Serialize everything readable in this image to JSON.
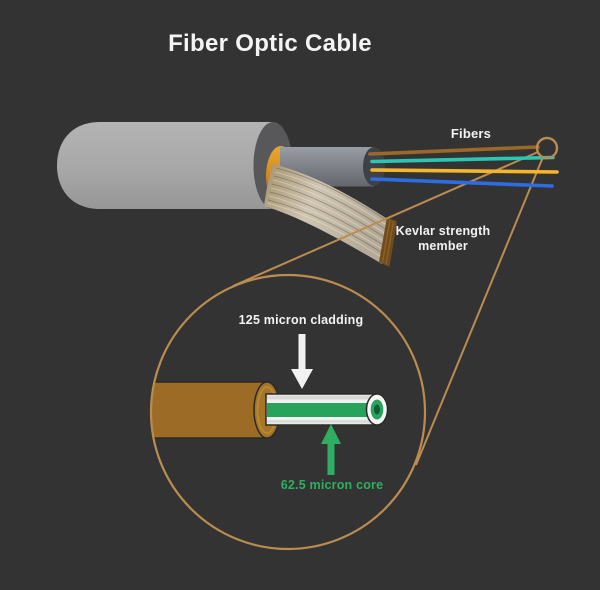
{
  "title": "Fiber Optic Cable",
  "labels": {
    "fibers": "Fibers",
    "kevlar_line1": "Kevlar strength",
    "kevlar_line2": "member",
    "cladding": "125 micron cladding",
    "core": "62.5 micron core"
  },
  "colors": {
    "background": "#333333",
    "title_text": "#f4f4f4",
    "label_white": "#f2f2f2",
    "label_green": "#2fae62",
    "jacket_gray": "#a9a9a9",
    "jacket_end_cap": "#58585a",
    "buffer_orange": "#dd9628",
    "inner_tube_gray": "#82868c",
    "inner_tube_cap": "#3e4147",
    "kevlar_tan": "#c9bfad",
    "kevlar_tip_brown": "#6e4c1d",
    "fiber_brown": "#99682a",
    "fiber_teal": "#2cc7b2",
    "fiber_yellow": "#f5b62e",
    "fiber_blue": "#2d6de2",
    "magnifier_outline": "#bb8c50",
    "coating_brown": "#9c6b26",
    "cladding_white": "#f2f2f2",
    "core_green": "#27a35c",
    "core_end_dark_green": "#115c35"
  }
}
